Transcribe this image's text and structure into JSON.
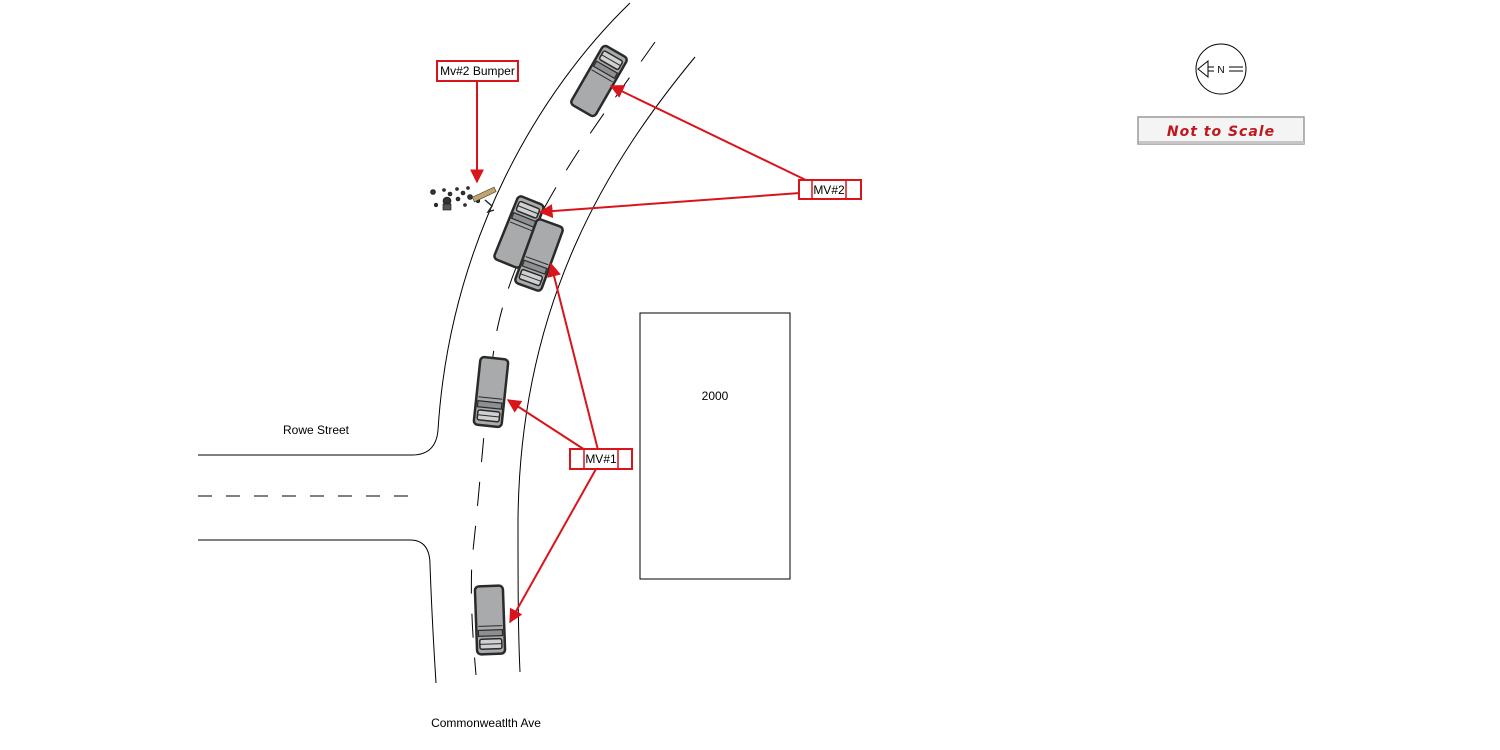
{
  "streets": {
    "side_street": "Rowe Street",
    "main_street": "Commonweatlth Ave"
  },
  "building": {
    "number": "2000"
  },
  "labels": {
    "bumper": "Mv#2 Bumper",
    "mv2": "MV#2",
    "mv1": "MV#1"
  },
  "compass": {
    "letter": "N"
  },
  "scale_note": "Not to Scale",
  "colors": {
    "callout": "#d9141b",
    "road_line": "#000000",
    "vehicle_body": "#a9aaab",
    "vehicle_outline": "#2a2a2a"
  }
}
